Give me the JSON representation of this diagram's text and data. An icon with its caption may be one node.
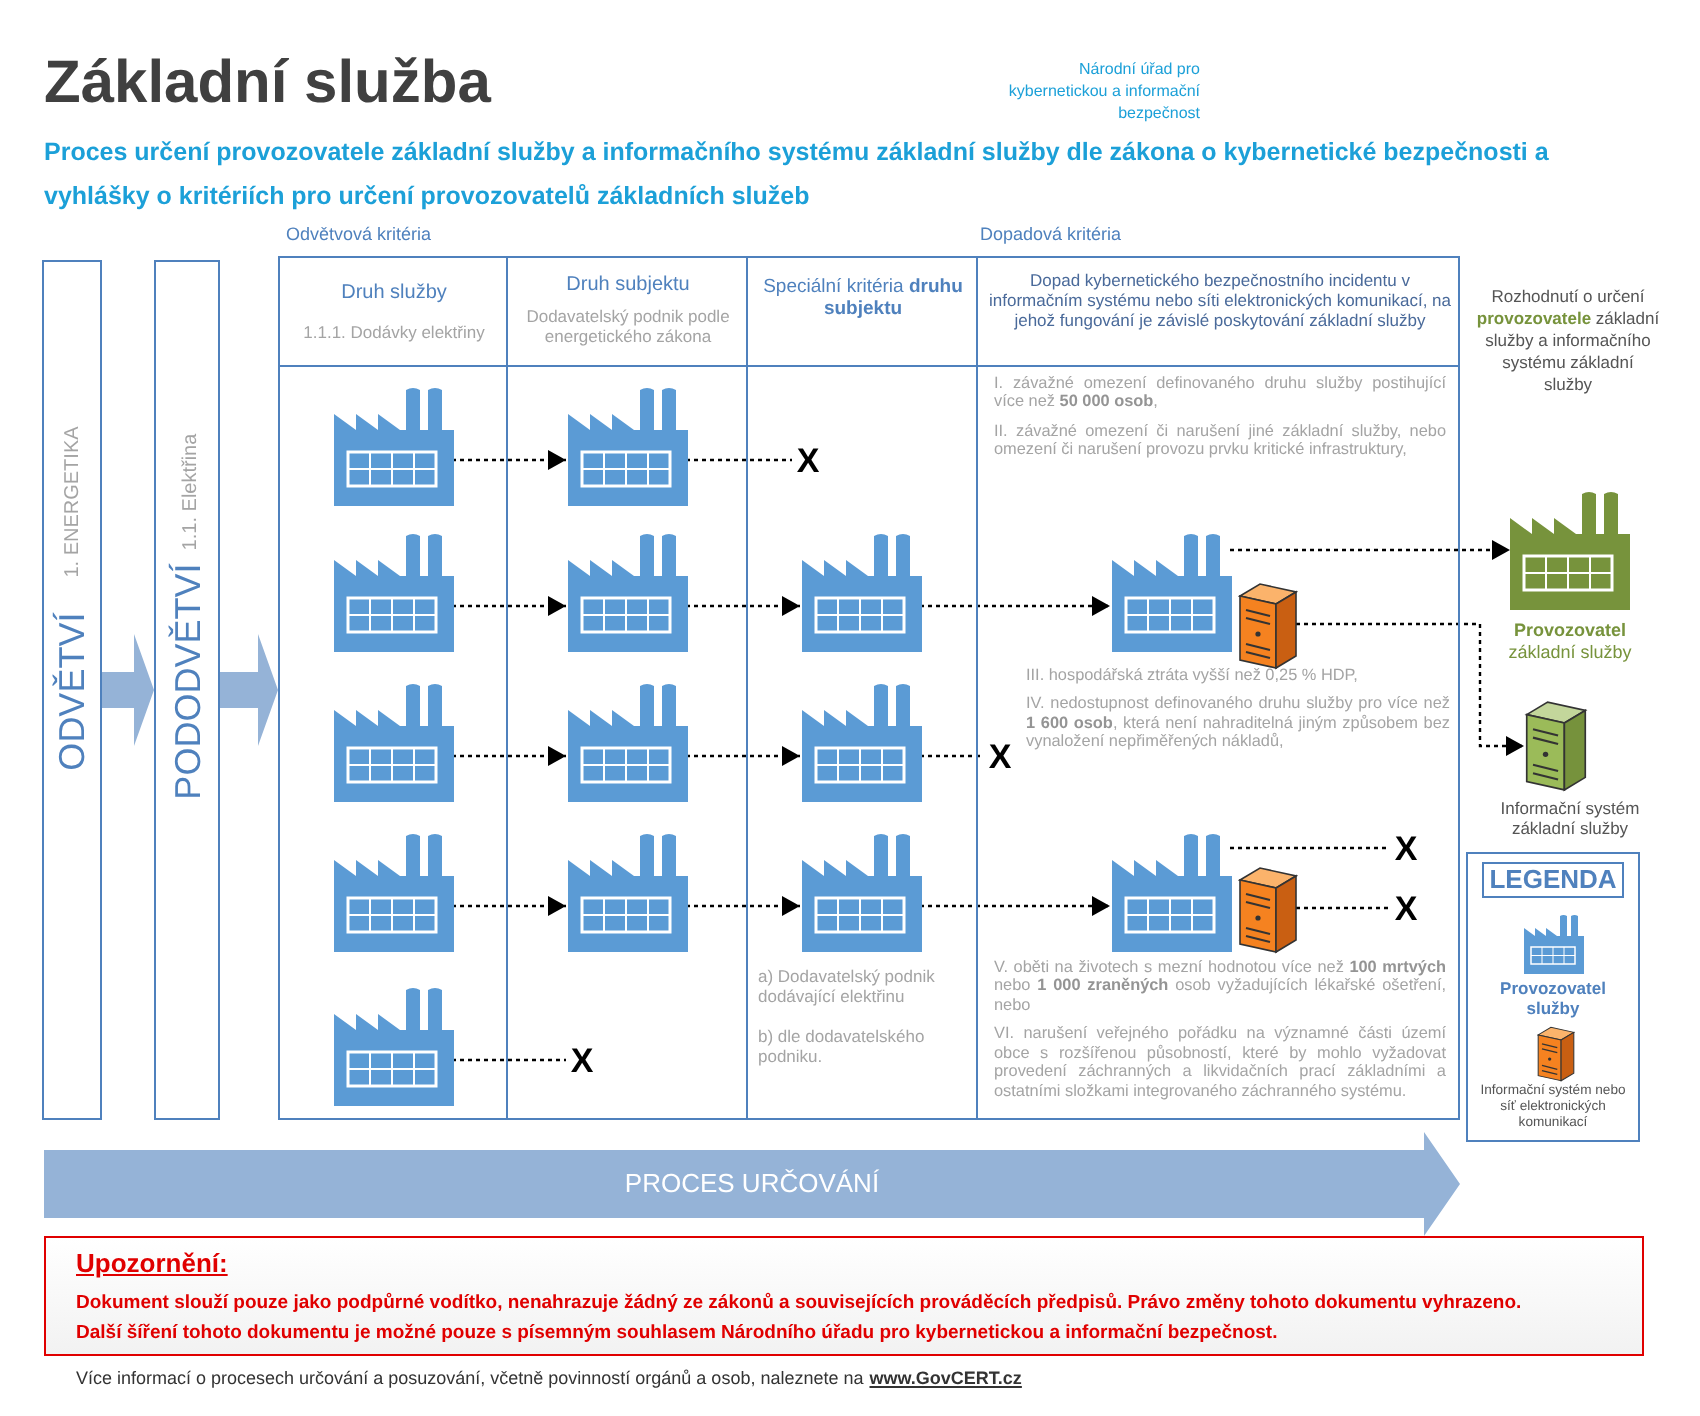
{
  "diagram": {
    "title": "Základní služba",
    "nodes": [
      {
        "text": [
          "ODVĚTVÍ",
          "1. ENERGETIKA"
        ]
      },
      {
        "text": [
          "PODODVĚTVÍ",
          "1.1. Elektřina"
        ]
      },
      {
        "text": [
          "Druh služby",
          "1.1.1. Dodávky elektřiny"
        ]
      },
      {
        "text": [
          "Druh subjektu",
          "Dodavatelský podnik podle energetického zákona"
        ]
      },
      {
        "text": [
          "Speciální kritéria **druhu subjektu**",
          "a) Dodavatelský podnik dodávající elektřinu",
          "b) dle dodavatelského podniku."
        ]
      },
      {
        "text": [
          "Dopad kybernetického bezpečnostního incidentu v informačním systému nebo síti elektronických komunikací, na jehož fungování je závislé poskytování základní služby",
          "I. závažné omezení definovaného druhu služby postihující více než **50 000 osob**,",
          "II. závažné omezení či narušení jiné základní služby, nebo omezení či narušení provozu prvku kritické infrastruktury,",
          "III. hospodářská ztráta vyšší než 0,25 % HDP,",
          "IV. nedostupnost definovaného druhu služby pro více než **1 600 osob**, která není nahraditelná jiným způsobem bez vynaložení nepřiměřených nákladů,",
          "V. oběti na životech s mezní hodnotou více než **100 mrtvých** nebo **1 000 zraněných** osob vyžadujících lékařské ošetření, nebo",
          "VI. narušení veřejného pořádku na významné části území obce s rozšířenou působností, které by mohlo vyžadovat provedení záchranných a likvidačních prací základními a ostatními složkami integrovaného záchranného systému."
        ]
      },
      {
        "text": [],
        "shape": "factory",
        "in": 2
      },
      {
        "text": [],
        "shape": "factory",
        "in": 3
      },
      {
        "text": [
          "X"
        ],
        "in": 4
      },
      {
        "text": [],
        "shape": "factory",
        "in": 2
      },
      {
        "text": [],
        "shape": "factory",
        "in": 3
      },
      {
        "text": [],
        "shape": "factory",
        "in": 4
      },
      {
        "text": [],
        "shape": "factory",
        "in": 5
      },
      {
        "text": [],
        "shape": "server",
        "in": 5
      },
      {
        "text": [],
        "shape": "factory",
        "beside": [
          "**Provozovatel** základní služby"
        ]
      },
      {
        "text": [],
        "shape": "server",
        "beside": [
          "Informační systém základní služby"
        ]
      },
      {
        "text": [],
        "shape": "factory",
        "in": 2
      },
      {
        "text": [],
        "shape": "factory",
        "in": 3
      },
      {
        "text": [],
        "shape": "factory",
        "in": 4
      },
      {
        "text": [
          "X"
        ],
        "in": 5
      },
      {
        "text": [],
        "shape": "factory",
        "in": 2
      },
      {
        "text": [],
        "shape": "factory",
        "in": 3
      },
      {
        "text": [],
        "shape": "factory",
        "in": 4
      },
      {
        "text": [],
        "shape": "factory",
        "in": 5
      },
      {
        "text": [],
        "shape": "server",
        "in": 5
      },
      {
        "text": [
          "X"
        ],
        "in": 5
      },
      {
        "text": [
          "X"
        ],
        "in": 5
      },
      {
        "text": [],
        "shape": "factory",
        "in": 2
      },
      {
        "text": [
          "X"
        ],
        "in": 3
      }
    ],
    "edges": [
      {
        "from": 0,
        "to": 1,
        "arrow": "to",
        "style": "thick",
        "color": "#95b3d7"
      },
      {
        "from": 1,
        "to": 2,
        "arrow": "to",
        "style": "thick",
        "color": "#95b3d7"
      },
      {
        "from": 6,
        "to": 7,
        "arrow": "to"
      },
      {
        "from": 7,
        "to": 8,
        "arrow": "none"
      },
      {
        "from": 9,
        "to": 10,
        "arrow": "to"
      },
      {
        "from": 10,
        "to": 11,
        "arrow": "to"
      },
      {
        "from": 11,
        "to": 12,
        "arrow": "to"
      },
      {
        "from": 12,
        "to": 14,
        "arrow": "to"
      },
      {
        "from": 13,
        "to": 15,
        "arrow": "to"
      },
      {
        "from": 16,
        "to": 17,
        "arrow": "to"
      },
      {
        "from": 17,
        "to": 18,
        "arrow": "to"
      },
      {
        "from": 18,
        "to": 19,
        "arrow": "none"
      },
      {
        "from": 20,
        "to": 21,
        "arrow": "to"
      },
      {
        "from": 21,
        "to": 22,
        "arrow": "to"
      },
      {
        "from": 22,
        "to": 23,
        "arrow": "to"
      },
      {
        "from": 23,
        "to": 25,
        "arrow": "none"
      },
      {
        "from": 24,
        "to": 26,
        "arrow": "none"
      },
      {
        "from": 27,
        "to": 28,
        "arrow": "none"
      }
    ],
    "labels": [
      "Národní úřad pro kybernetickou a informační bezpečnost",
      "Proces určení provozovatele základní služby a informačního systému základní služby dle zákona o kybernetické bezpečnosti a vyhlášky o kritériích pro určení provozovatelů základních služeb",
      "Odvětvová kritéria",
      "Dopadová kritéria",
      "Rozhodnutí o určení **provozovatele** základní služby a informačního systému základní služby",
      "LEGENDA",
      "PROCES URČOVÁNÍ",
      "Upozornění:",
      "Dokument slouží pouze jako podpůrné vodítko, nenahrazuje žádný ze zákonů a souvisejících prováděcích předpisů. Právo změny tohoto dokumentu vyhrazeno.",
      "Další šíření tohoto dokumentu je možné pouze s písemným souhlasem Národního úřadu pro kybernetickou a informační bezpečnost.",
      "Více informací o procesech určování a posuzování, včetně povinností orgánů a osob, naleznete na",
      "www.GovCERT.cz"
    ],
    "legend": [
      {
        "text": "Provozovatel služby"
      },
      {
        "text": "Informační systém nebo síť elektronických komunikací"
      }
    ]
  }
}
